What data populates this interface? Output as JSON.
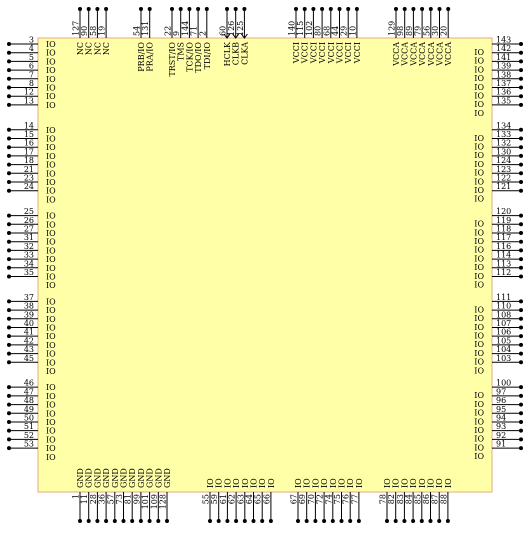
{
  "colors": {
    "body_fill": "#FFFFA8",
    "body_border": "#E8A878",
    "line": "#000000"
  },
  "left_groups": [
    {
      "pins": [
        3,
        4,
        5,
        6,
        7,
        8,
        12,
        13
      ],
      "extra_io_rows": 0
    },
    {
      "pins": [
        14,
        15,
        16,
        17,
        18,
        21,
        23,
        24
      ],
      "extra_io_rows": 1
    },
    {
      "pins": [
        25,
        26,
        27,
        31,
        32,
        33,
        34,
        35
      ],
      "extra_io_rows": 1
    },
    {
      "pins": [
        37,
        38,
        39,
        40,
        41,
        42,
        43,
        45
      ],
      "extra_io_rows": 1
    },
    {
      "pins": [
        46,
        47,
        48,
        49,
        50,
        51,
        52,
        53
      ],
      "extra_io_rows": 1
    }
  ],
  "right_groups": [
    {
      "pins": [
        143,
        142,
        141,
        139,
        138,
        137,
        136,
        135
      ],
      "extra_io_rows": 1
    },
    {
      "pins": [
        134,
        133,
        132,
        130,
        124,
        123,
        122,
        121
      ],
      "extra_io_rows": 1
    },
    {
      "pins": [
        120,
        119,
        118,
        117,
        116,
        114,
        113,
        112
      ],
      "extra_io_rows": 1
    },
    {
      "pins": [
        111,
        110,
        108,
        107,
        106,
        105,
        104,
        103
      ],
      "extra_io_rows": 1
    },
    {
      "pins": [
        100,
        97,
        96,
        95,
        94,
        93,
        92,
        91
      ],
      "extra_io_rows": 1
    }
  ],
  "left_label": "IO",
  "right_label": "IO",
  "top_groups": [
    {
      "pins": [
        "127",
        "90",
        "58",
        "19"
      ],
      "labels": [
        "NC",
        "NC",
        "NC",
        "NC"
      ]
    },
    {
      "pins": [
        "54",
        "131"
      ],
      "labels": [
        "PRB/IO",
        "PRA/IO"
      ]
    },
    {
      "pins": [
        "22",
        "9",
        "144",
        "71",
        "2"
      ],
      "labels": [
        "TRST/IO",
        "TMS",
        "TCK/IO",
        "TDO/IO",
        "TDI/IO"
      ]
    },
    {
      "pins": [
        "60",
        "126",
        "125"
      ],
      "labels": [
        "HCLK",
        "CLKB",
        "CLKA"
      ]
    },
    {
      "pins": [
        "140",
        "115",
        "102",
        "80",
        "68",
        "44",
        "29",
        "10"
      ],
      "labels": [
        "VCCI",
        "VCCI",
        "VCCI",
        "VCCI",
        "VCCI",
        "VCCI",
        "VCCI",
        "VCCI"
      ]
    },
    {
      "pins": [
        "129",
        "98",
        "89",
        "79",
        "56",
        "30",
        "20"
      ],
      "labels": [
        "VCCA",
        "VCCA",
        "VCCA",
        "VCCA",
        "VCCA",
        "VCCA",
        "VCCA"
      ]
    }
  ],
  "bottom_groups": [
    {
      "pins": [
        "1",
        "11",
        "28",
        "36",
        "57",
        "73",
        "81",
        "99",
        "101",
        "109",
        "128"
      ],
      "labels": [
        "GND",
        "GND",
        "GND",
        "GND",
        "GND",
        "GND",
        "GND",
        "GND",
        "GND",
        "GND",
        "GND"
      ]
    },
    {
      "pins": [
        "55",
        "59",
        "61",
        "62",
        "63",
        "64",
        "65",
        "66"
      ],
      "labels": [
        "IO",
        "IO",
        "IO",
        "IO",
        "IO",
        "IO",
        "IO",
        "IO"
      ]
    },
    {
      "pins": [
        "67",
        "69",
        "70",
        "72",
        "74",
        "75",
        "76",
        "77"
      ],
      "labels": [
        "IO",
        "IO",
        "IO",
        "IO",
        "IO",
        "IO",
        "IO",
        "IO"
      ]
    },
    {
      "pins": [
        "78",
        "82",
        "83",
        "84",
        "85",
        "86",
        "87",
        "88"
      ],
      "labels": [
        "IO",
        "IO",
        "IO",
        "IO",
        "IO",
        "IO",
        "IO",
        "IO"
      ]
    }
  ]
}
